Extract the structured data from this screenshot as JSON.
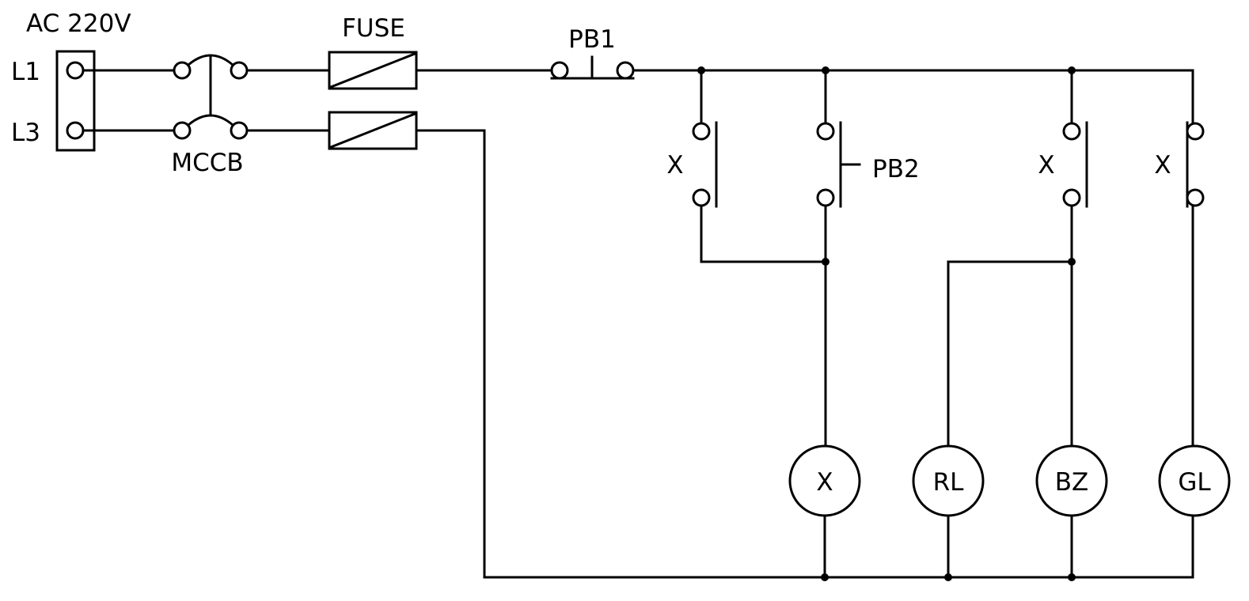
{
  "labels": {
    "supply": "AC 220V",
    "l1": "L1",
    "l3": "L3",
    "mccb": "MCCB",
    "fuse": "FUSE",
    "pb1": "PB1",
    "pb2": "PB2",
    "x_contact_1": "X",
    "x_contact_2": "X",
    "x_contact_3": "X"
  },
  "loads": {
    "relay_coil": "X",
    "red_lamp": "RL",
    "buzzer": "BZ",
    "green_lamp": "GL"
  }
}
